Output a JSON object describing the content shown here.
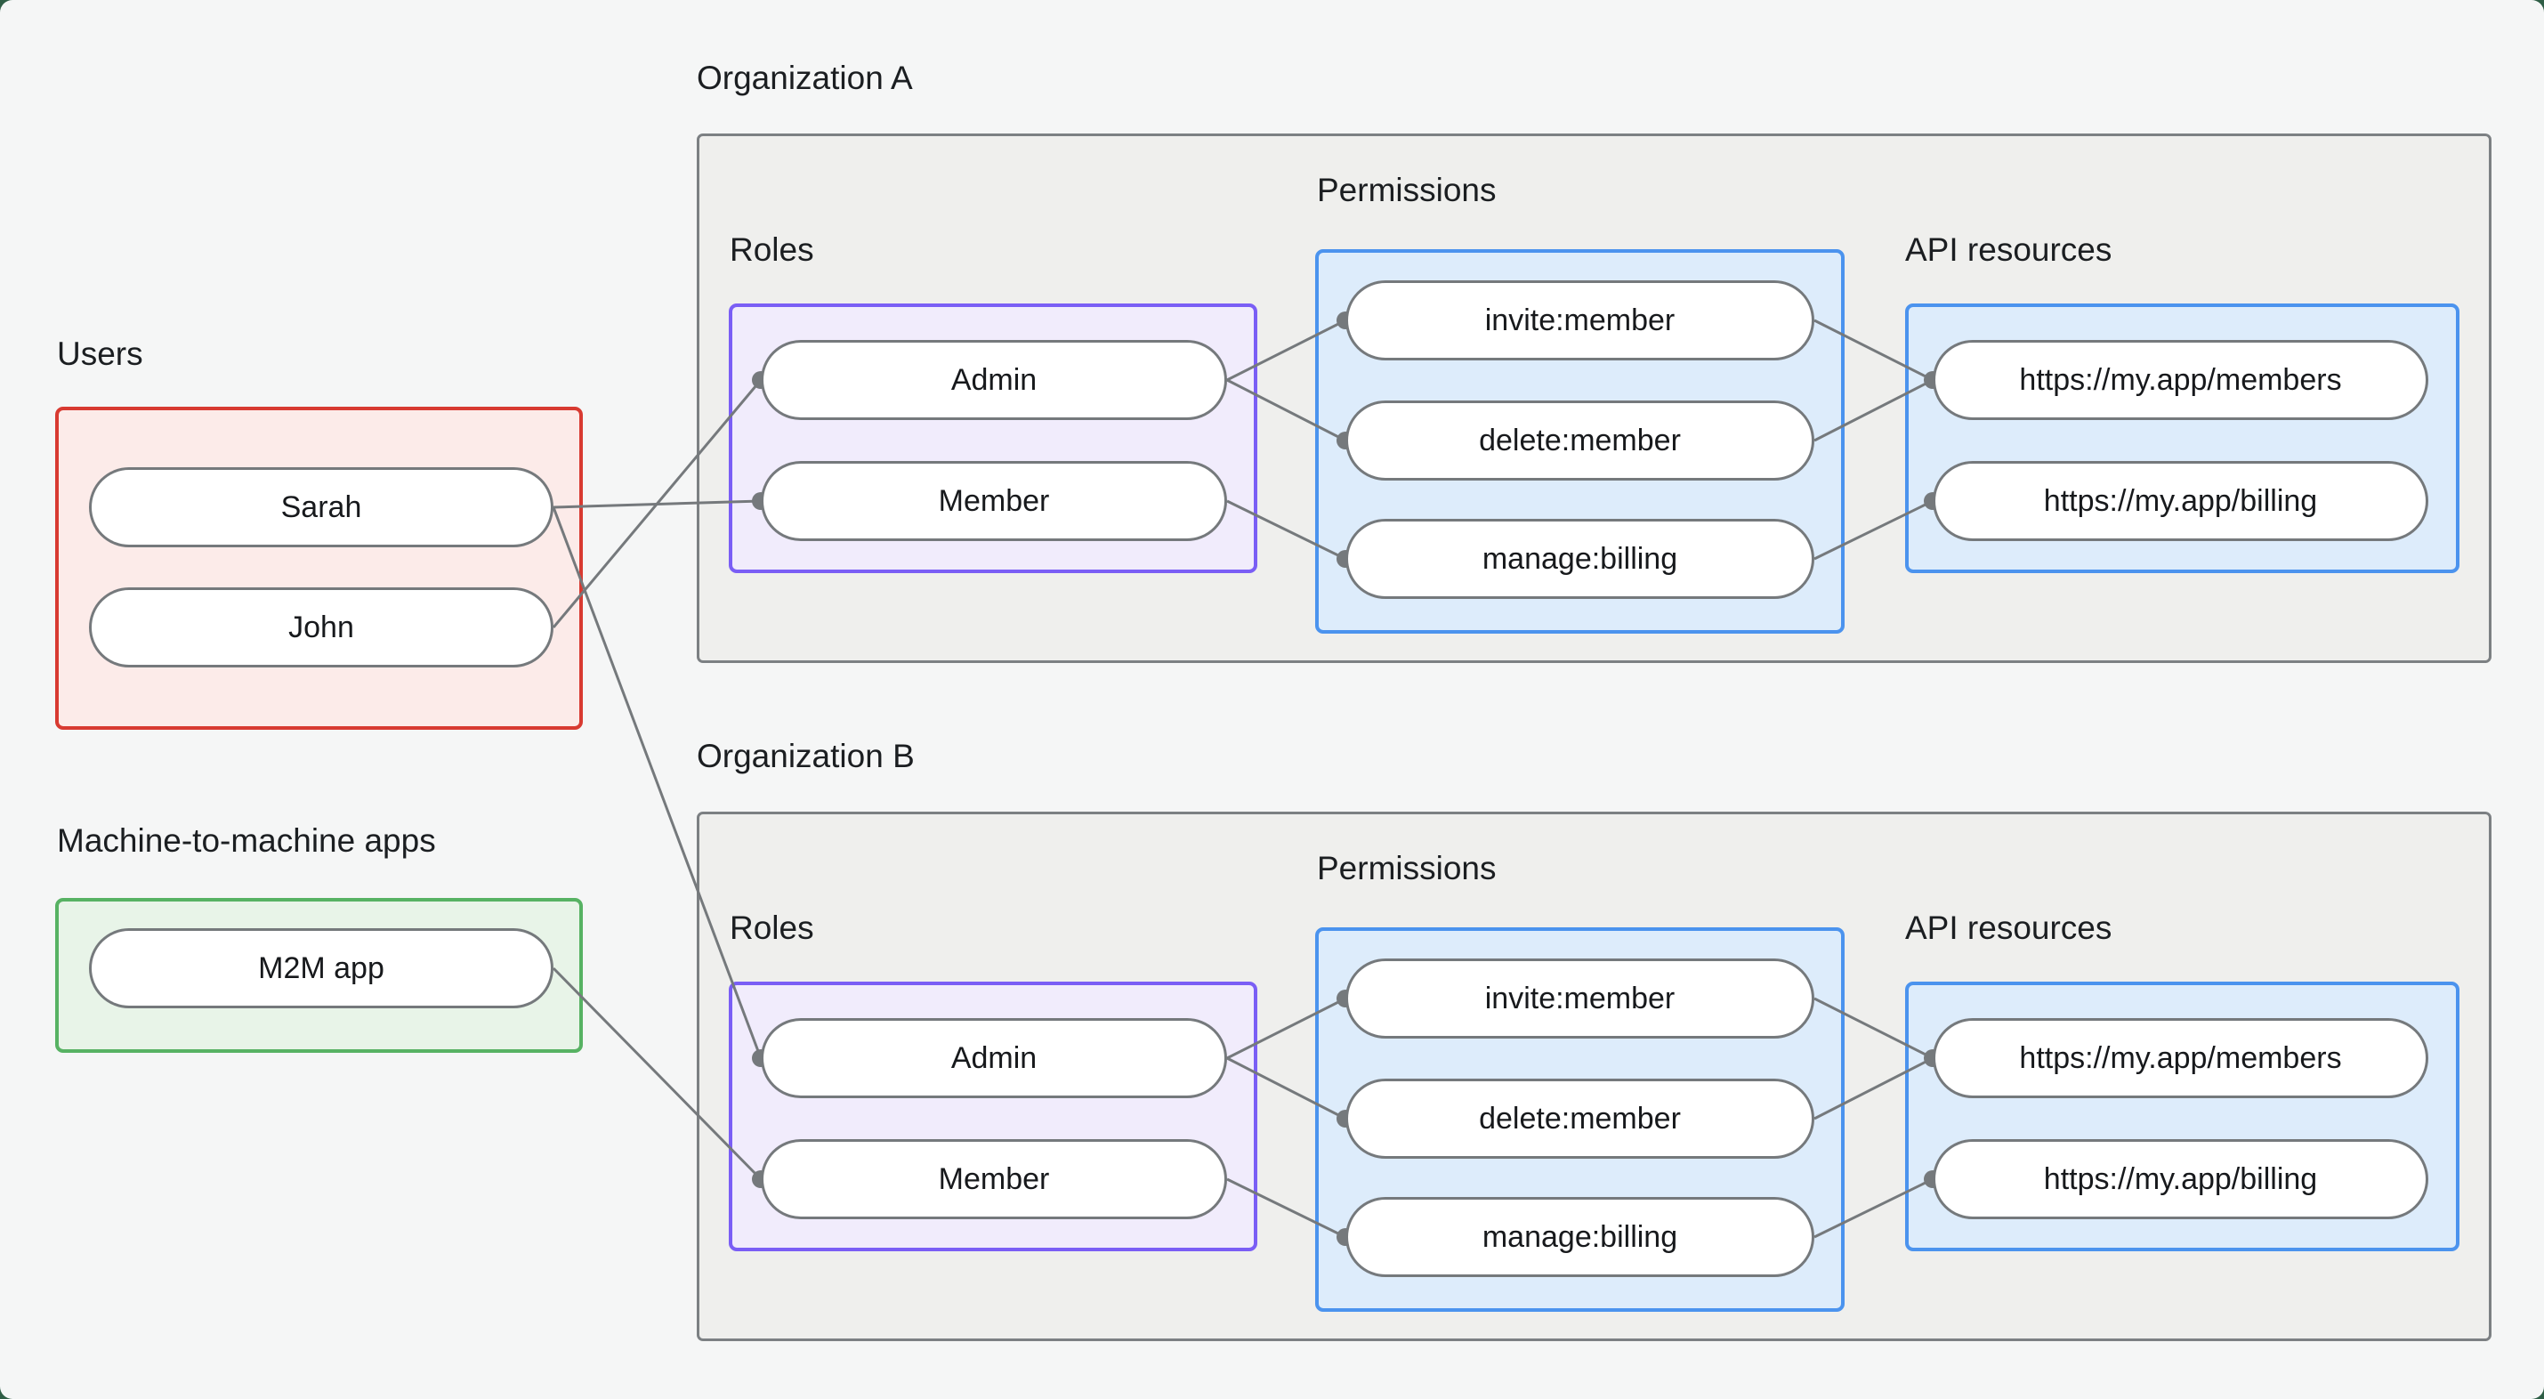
{
  "colors": {
    "page_background": "#f5f6f6",
    "outer_background": "#2f5e46",
    "users_border": "#d83a31",
    "users_fill": "#fcebe9",
    "m2m_border": "#57b263",
    "m2m_fill": "#e8f4e8",
    "org_border": "#7c8083",
    "org_fill": "#efefed",
    "roles_border": "#7a5ef5",
    "roles_fill": "#f1ecfc",
    "blue_border": "#4b93ee",
    "blue_fill": "#ddecfb",
    "edge_stroke": "#75797c",
    "node_border": "#75797c",
    "node_fill": "#ffffff"
  },
  "users": {
    "label": "Users",
    "items": {
      "sarah": "Sarah",
      "john": "John"
    }
  },
  "m2m": {
    "label": "Machine-to-machine apps",
    "items": {
      "app": "M2M app"
    }
  },
  "orgA": {
    "title": "Organization A",
    "roles_label": "Roles",
    "permissions_label": "Permissions",
    "api_label": "API resources",
    "roles": {
      "admin": "Admin",
      "member": "Member"
    },
    "permissions": {
      "invite": "invite:member",
      "delete": "delete:member",
      "manage": "manage:billing"
    },
    "resources": {
      "members": "https://my.app/members",
      "billing": "https://my.app/billing"
    }
  },
  "orgB": {
    "title": "Organization B",
    "roles_label": "Roles",
    "permissions_label": "Permissions",
    "api_label": "API resources",
    "roles": {
      "admin": "Admin",
      "member": "Member"
    },
    "permissions": {
      "invite": "invite:member",
      "delete": "delete:member",
      "manage": "manage:billing"
    },
    "resources": {
      "members": "https://my.app/members",
      "billing": "https://my.app/billing"
    }
  },
  "edges": [
    {
      "from": "users.sarah",
      "to": "orgA.member"
    },
    {
      "from": "users.john",
      "to": "orgA.admin"
    },
    {
      "from": "users.sarah",
      "to": "orgB.admin"
    },
    {
      "from": "m2m.app",
      "to": "orgB.member"
    },
    {
      "from": "orgA.admin",
      "to": "orgA.perm_invite"
    },
    {
      "from": "orgA.admin",
      "to": "orgA.perm_delete"
    },
    {
      "from": "orgA.member",
      "to": "orgA.perm_manage"
    },
    {
      "from": "orgA.perm_invite",
      "to": "orgA.res_members"
    },
    {
      "from": "orgA.perm_delete",
      "to": "orgA.res_members"
    },
    {
      "from": "orgA.perm_manage",
      "to": "orgA.res_billing"
    },
    {
      "from": "orgB.admin",
      "to": "orgB.perm_invite"
    },
    {
      "from": "orgB.admin",
      "to": "orgB.perm_delete"
    },
    {
      "from": "orgB.member",
      "to": "orgB.perm_manage"
    },
    {
      "from": "orgB.perm_invite",
      "to": "orgB.res_members"
    },
    {
      "from": "orgB.perm_delete",
      "to": "orgB.res_members"
    },
    {
      "from": "orgB.perm_manage",
      "to": "orgB.res_billing"
    }
  ]
}
